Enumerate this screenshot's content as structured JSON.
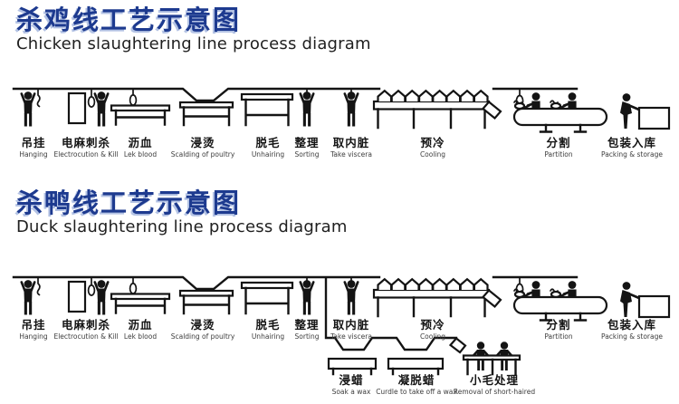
{
  "colors": {
    "title_blue": "#1d3a8f",
    "title_shadow": "#b4c3e4",
    "diagram_black": "#141414",
    "background": "#ffffff"
  },
  "chicken": {
    "title_zh": "杀鸡线工艺示意图",
    "title_en": "Chicken slaughtering line process diagram",
    "stations": [
      {
        "zh": "吊挂",
        "en": "Hanging",
        "icon": "hanging-worker-icon"
      },
      {
        "zh": "电麻刺杀",
        "en": "Electrocution & Kill",
        "icon": "stun-box-icon"
      },
      {
        "zh": "沥血",
        "en": "Lek blood",
        "icon": "bleed-table-icon"
      },
      {
        "zh": "浸烫",
        "en": "Scalding of poultry",
        "icon": "scald-tank-icon"
      },
      {
        "zh": "脱毛",
        "en": "Unhairing",
        "icon": "plucking-tank-icon"
      },
      {
        "zh": "整理",
        "en": "Sorting",
        "icon": "sorting-worker-icon"
      },
      {
        "zh": "取内脏",
        "en": "Take viscera",
        "icon": "viscera-worker-icon"
      },
      {
        "zh": "预冷",
        "en": "Cooling",
        "icon": "cooling-tunnel-icon"
      },
      {
        "zh": "分割",
        "en": "Partition",
        "icon": "cutting-conveyor-icon"
      },
      {
        "zh": "包装入库",
        "en": "Packing & storage",
        "icon": "packing-station-icon"
      }
    ]
  },
  "duck": {
    "title_zh": "杀鸭线工艺示意图",
    "title_en": "Duck slaughtering line process diagram",
    "stations": [
      {
        "zh": "吊挂",
        "en": "Hanging",
        "icon": "hanging-worker-icon"
      },
      {
        "zh": "电麻刺杀",
        "en": "Electrocution & Kill",
        "icon": "stun-box-icon"
      },
      {
        "zh": "沥血",
        "en": "Lek blood",
        "icon": "bleed-table-icon"
      },
      {
        "zh": "浸烫",
        "en": "Scalding of poultry",
        "icon": "scald-tank-icon"
      },
      {
        "zh": "脱毛",
        "en": "Unhairing",
        "icon": "plucking-tank-icon"
      },
      {
        "zh": "整理",
        "en": "Sorting",
        "icon": "sorting-worker-icon"
      },
      {
        "zh": "取内脏",
        "en": "Take viscera",
        "icon": "viscera-worker-icon"
      },
      {
        "zh": "预冷",
        "en": "Cooling",
        "icon": "cooling-tunnel-icon"
      },
      {
        "zh": "分割",
        "en": "Partition",
        "icon": "cutting-conveyor-icon"
      },
      {
        "zh": "包装入库",
        "en": "Packing & storage",
        "icon": "packing-station-icon"
      }
    ],
    "sub_stations": [
      {
        "zh": "浸蜡",
        "en": "Soak a wax",
        "icon": "wax-soak-tank-icon"
      },
      {
        "zh": "凝脱蜡",
        "en": "Curdle to take off a wax",
        "icon": "wax-removal-tank-icon"
      },
      {
        "zh": "小毛处理",
        "en": "Removal of short-haired",
        "icon": "finishing-table-icon"
      }
    ]
  }
}
